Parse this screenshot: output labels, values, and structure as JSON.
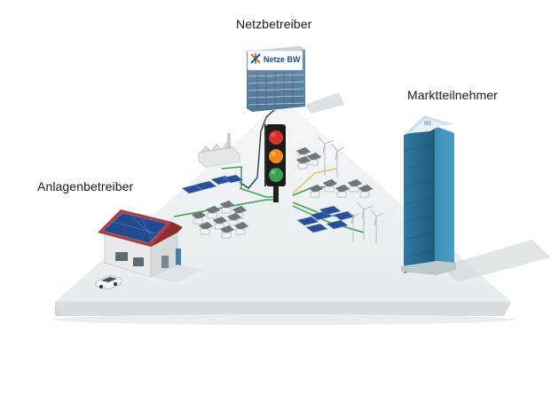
{
  "labels": {
    "netzbetreiber": "Netzbetreiber",
    "marktteilnehmer": "Marktteilnehmer",
    "anlagenbetreiber": "Anlagenbetreiber"
  },
  "logo": {
    "text": "Netze BW"
  },
  "traffic_light": {
    "lights": [
      "red",
      "orange",
      "green"
    ]
  },
  "colors": {
    "grid_line_green": "#3fa34d",
    "grid_line_yellow": "#e8c25a",
    "tower_blue": "#2a6a8e",
    "platform": "#eef2f4",
    "logo_blue": "#1f4e8c",
    "logo_orange": "#e8692a"
  }
}
